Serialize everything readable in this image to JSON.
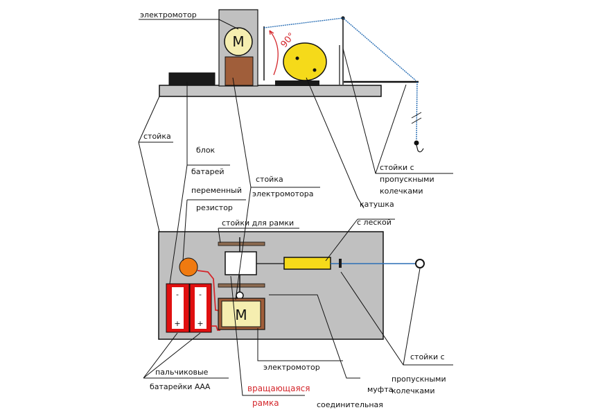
{
  "labels": {
    "motor_top": "электромотор",
    "stand": "стойка",
    "battery_block_1": "блок",
    "battery_block_2": "батарей",
    "variable_1": "переменный",
    "variable_2": "резистор",
    "motor_stand_1": "стойка",
    "motor_stand_2": "электромотора",
    "frame_stands": "стойки для рамки",
    "coil_1": "катушка",
    "coil_2": "с леской",
    "ring_stands_top_1": "стойки с",
    "ring_stands_top_2": "пропускными",
    "ring_stands_top_3": "колечками",
    "aaa_1": "пальчиковые",
    "aaa_2": "батарейки ААА",
    "motor_bottom": "электромотор",
    "rotating_frame_1": "вращающаяся",
    "rotating_frame_2": "рамка",
    "coupling_1": "муфта",
    "coupling_2": "соединительная",
    "ring_stands_bottom_1": "стойки с",
    "ring_stands_bottom_2": "пропускными",
    "ring_stands_bottom_3": "колечками"
  },
  "symbols": {
    "motor_letter": "M",
    "angle": "90°",
    "minus": "-",
    "plus": "+"
  },
  "colors": {
    "outline": "#111111",
    "panel": "#c0c0c0",
    "board": "#c6c6c6",
    "motor_circle": "#f5eeb0",
    "motor_base": "#a05e3a",
    "disc_yellow": "#f5da1a",
    "coil_yellow": "#f5da1a",
    "resistor_orange": "#f07a10",
    "battery_red": "#e01010",
    "wire_red": "#d4262b",
    "line_blue": "#2a6fb5",
    "frame_brown": "#8c6a50",
    "panel_dark": "#1a1a1a"
  }
}
